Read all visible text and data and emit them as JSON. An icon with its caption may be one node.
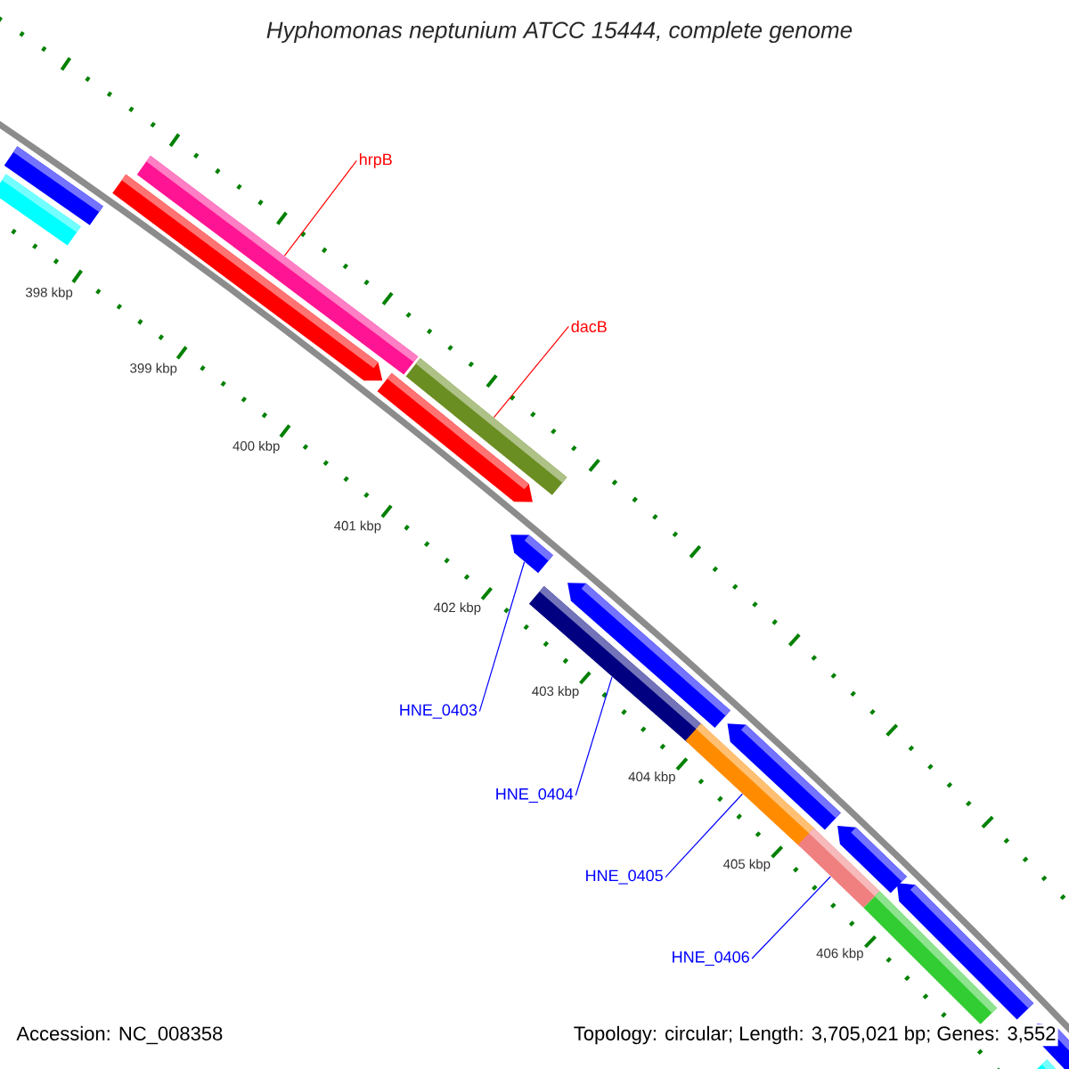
{
  "diagram": {
    "title": "Hyphomonas neptunium ATCC 15444, complete genome",
    "nodes": [
      {
        "text": [
          "hrpB"
        ]
      },
      {
        "text": [
          "dacB"
        ]
      },
      {
        "text": [
          "HNE_0403"
        ]
      },
      {
        "text": [
          "HNE_0404"
        ]
      },
      {
        "text": [
          "HNE_0405"
        ]
      },
      {
        "text": [
          "HNE_0406"
        ]
      },
      {
        "text": [],
        "shape": "bar"
      },
      {
        "text": [],
        "shape": "bar"
      },
      {
        "text": [],
        "shape": "bar"
      },
      {
        "text": [],
        "shape": "bar"
      },
      {
        "text": [],
        "shape": "bar"
      },
      {
        "text": [],
        "shape": "bar"
      },
      {
        "text": [],
        "shape": "bar"
      },
      {
        "text": [],
        "shape": "bar"
      },
      {
        "text": [],
        "shape": "bar"
      },
      {
        "text": [],
        "shape": "bar"
      },
      {
        "text": [],
        "shape": "bar"
      },
      {
        "text": [],
        "shape": "bar"
      },
      {
        "text": [],
        "shape": "bar"
      },
      {
        "text": [],
        "shape": "bar"
      },
      {
        "text": [],
        "shape": "bar"
      },
      {
        "text": [],
        "shape": "bar"
      },
      {
        "text": [],
        "shape": "bar"
      }
    ],
    "edges": [
      {
        "from": 0,
        "to": 8,
        "arrow": "none",
        "color": "#ff0000"
      },
      {
        "from": 1,
        "to": 10,
        "arrow": "none",
        "color": "#ff0000"
      },
      {
        "from": 2,
        "to": 12,
        "arrow": "none"
      },
      {
        "from": 3,
        "to": 14,
        "arrow": "none"
      },
      {
        "from": 4,
        "to": 16,
        "arrow": "none"
      },
      {
        "from": 5,
        "to": 18,
        "arrow": "none"
      }
    ],
    "labels": [
      "398 kbp",
      "399 kbp",
      "400 kbp",
      "401 kbp",
      "402 kbp",
      "403 kbp",
      "404 kbp",
      "405 kbp",
      "406 kbp",
      "Accession: NC_008358",
      "Topology: circular; Length: 3,705,021 bp; Genes: 3,552"
    ]
  }
}
